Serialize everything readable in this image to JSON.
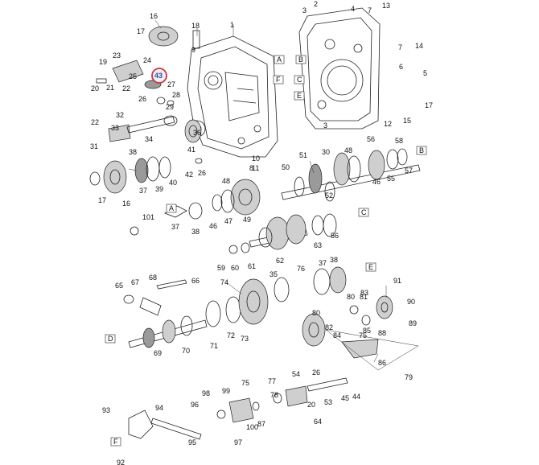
{
  "highlight_color": "#d0343f",
  "callouts": {
    "c1": "1",
    "c2": "2",
    "c3": "3",
    "c3b": "3",
    "c4": "4",
    "c5": "5",
    "c6": "6",
    "c7": "7",
    "c7b": "7",
    "c8": "8",
    "c9": "9",
    "c10": "10",
    "c11": "11",
    "c12": "12",
    "c13": "13",
    "c14": "14",
    "c15": "15",
    "c16": "16",
    "c16b": "16",
    "c17": "17",
    "c17b": "17",
    "c17c": "17",
    "c18": "18",
    "c19": "19",
    "c20": "20",
    "c20b": "20",
    "c21": "21",
    "c22": "22",
    "c22b": "22",
    "c23": "23",
    "c24": "24",
    "c25": "25",
    "c26": "26",
    "c26b": "26",
    "c26c": "26",
    "c27": "27",
    "c28": "28",
    "c29": "29",
    "c30": "30",
    "c31": "31",
    "c32": "32",
    "c33": "33",
    "c34": "34",
    "c35": "35",
    "c36": "36",
    "c37": "37",
    "c37b": "37",
    "c37c": "37",
    "c38": "38",
    "c38b": "38",
    "c38c": "38",
    "c39": "39",
    "c40": "40",
    "c41": "41",
    "c42": "42",
    "c43": "43",
    "c44": "44",
    "c45": "45",
    "c46": "46",
    "c46b": "46",
    "c47": "47",
    "c48": "48",
    "c48b": "48",
    "c49": "49",
    "c50": "50",
    "c51": "51",
    "c52": "52",
    "c53": "53",
    "c54": "54",
    "c55": "55",
    "c56": "56",
    "c56b": "56",
    "c57": "57",
    "c58": "58",
    "c59": "59",
    "c60": "60",
    "c61": "61",
    "c62": "62",
    "c63": "63",
    "c64": "64",
    "c65": "65",
    "c66": "66",
    "c67": "67",
    "c68": "68",
    "c69": "69",
    "c70": "70",
    "c71": "71",
    "c72": "72",
    "c73": "73",
    "c74": "74",
    "c75": "75",
    "c75b": "75",
    "c76": "76",
    "c77": "77",
    "c78": "78",
    "c79": "79",
    "c80": "80",
    "c80b": "80",
    "c81": "81",
    "c82": "82",
    "c83": "83",
    "c84": "84",
    "c85": "85",
    "c86": "86",
    "c87": "87",
    "c88": "88",
    "c89": "89",
    "c90": "90",
    "c91": "91",
    "c92": "92",
    "c93": "93",
    "c94": "94",
    "c95": "95",
    "c96": "96",
    "c97": "97",
    "c98": "98",
    "c99": "99",
    "c100": "100",
    "c101": "101"
  },
  "refs": {
    "A1": "A",
    "A2": "A",
    "B1": "B",
    "B2": "B",
    "C1": "C",
    "C2": "C",
    "D1": "D",
    "E1": "E",
    "E2": "E",
    "F1": "F",
    "F2": "F"
  }
}
